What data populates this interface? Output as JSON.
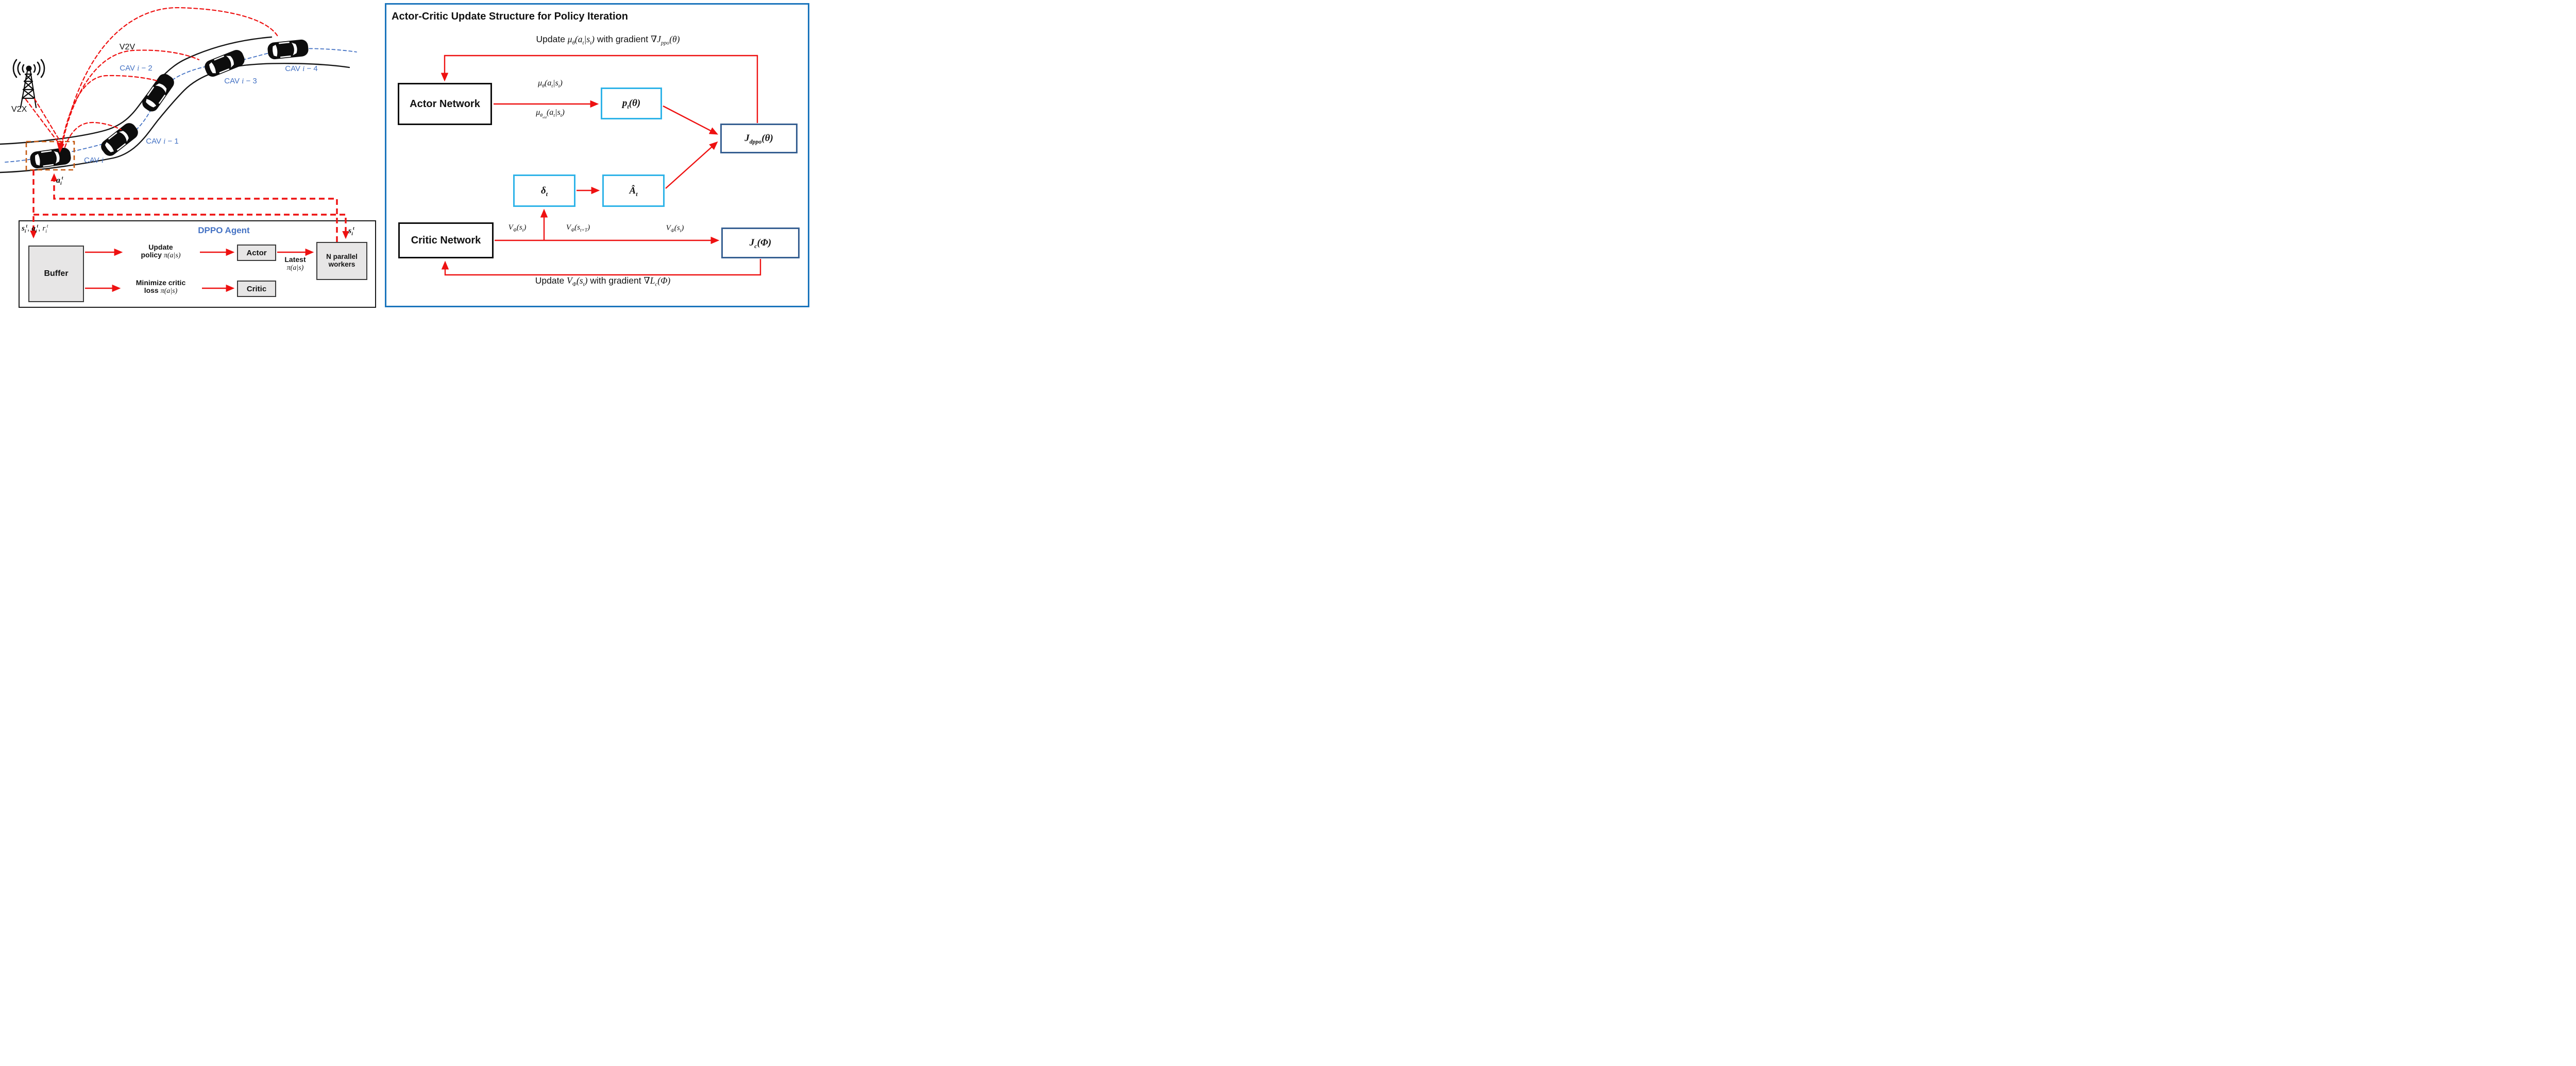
{
  "colors": {
    "red": "#ee1111",
    "blue": "#4472c4",
    "panel": "#1b75bc",
    "cyan": "#2eb3e8",
    "navy": "#376092",
    "orange": "#c55a11",
    "gray": "#e7e6e6",
    "ink": "#111111"
  },
  "left_panel": {
    "v2x_label": "V2X",
    "v2v_label": "V2V",
    "cav_i": [
      {
        "text": "CAV "
      },
      {
        "math": "i"
      }
    ],
    "cav_i1": [
      {
        "text": "CAV "
      },
      {
        "math": "i"
      },
      {
        "text": " − 1"
      }
    ],
    "cav_i2": [
      {
        "text": "CAV "
      },
      {
        "math": "i"
      },
      {
        "text": " − 2"
      }
    ],
    "cav_i3": [
      {
        "text": "CAV "
      },
      {
        "math": "i"
      },
      {
        "text": " − 3"
      }
    ],
    "cav_i4": [
      {
        "text": "CAV "
      },
      {
        "math": "i"
      },
      {
        "text": " − 4"
      }
    ],
    "action_label": [
      {
        "math": "a_i^t",
        "bold": true
      }
    ],
    "dppo": {
      "title": "DPPO Agent",
      "input_label": [
        {
          "math": "s_i^t",
          "bold": true
        },
        {
          "text": ", "
        },
        {
          "math": "a_i^t",
          "bold": true
        },
        {
          "text": ", "
        },
        {
          "math": "r_i^t"
        }
      ],
      "state_label": [
        {
          "math": "s_i^t",
          "bold": true
        }
      ],
      "buffer_label": "Buffer",
      "update_policy": [
        {
          "text": "Update\npolicy "
        },
        {
          "math": "π(a|s)"
        }
      ],
      "minimize_critic": [
        {
          "text": "Minimize critic\nloss "
        },
        {
          "math": "π(a|s)"
        }
      ],
      "actor_label": "Actor",
      "critic_label": "Critic",
      "latest_policy": [
        {
          "text": "Latest\n"
        },
        {
          "math": "π(a|s)"
        }
      ],
      "workers_label": "N parallel\nworkers"
    }
  },
  "right_panel": {
    "title": "Actor-Critic Update Structure for Policy Iteration",
    "top_formula": [
      {
        "text": "Update "
      },
      {
        "math": "μ_θ(a_t|s_t)"
      },
      {
        "text": " with gradient "
      },
      {
        "math": "∇J_{ppo}(θ)"
      }
    ],
    "actor_network": "Actor Network",
    "critic_network": "Critic Network",
    "mu_current": [
      {
        "math": "μ_θ(a_t|s_t)"
      }
    ],
    "mu_old": [
      {
        "math": "μ_{θ_{old}}(a_t|s_t)"
      }
    ],
    "prob_ratio": [
      {
        "math": "p_t(θ)",
        "bold": true
      }
    ],
    "j_dppo": [
      {
        "math": "J_{dppo}(θ)",
        "bold": true
      }
    ],
    "delta": [
      {
        "math": "δ_t",
        "bold": true
      }
    ],
    "advantage": [
      {
        "math": "Â_t",
        "bold": true
      }
    ],
    "v_current": [
      {
        "math": "V_Φ(s_t)"
      }
    ],
    "v_future": [
      {
        "math": "V_Φ(s_{t+T})"
      }
    ],
    "v_to_loss": [
      {
        "math": "V_Φ(s_t)"
      }
    ],
    "j_c": [
      {
        "math": "J_c(Φ)",
        "bold": true
      }
    ],
    "bottom_formula": [
      {
        "text": "Update "
      },
      {
        "math": "V_Φ(s_t)"
      },
      {
        "text": " with gradient "
      },
      {
        "math": "∇L_c(Φ)"
      }
    ]
  }
}
